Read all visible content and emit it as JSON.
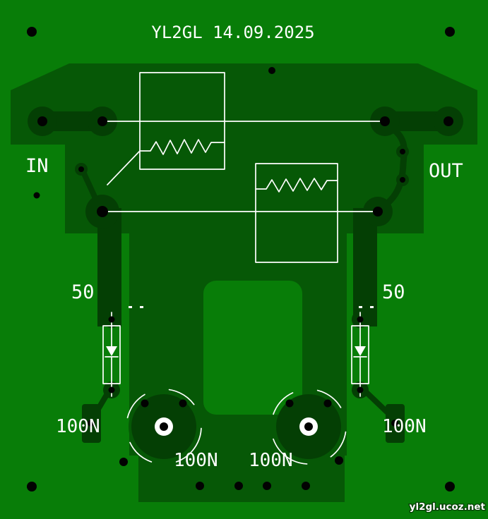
{
  "board": {
    "title": "YL2GL 14.09.2025",
    "labels": {
      "in": "IN",
      "out": "OUT",
      "resistor_left": "50",
      "resistor_right": "50",
      "cap_left": "100N",
      "cap_right": "100N",
      "cap_bottom_left": "100N",
      "cap_bottom_right": "100N"
    },
    "watermark": "yl2gl.ucoz.net",
    "colors": {
      "substrate": "#087d08",
      "copper": "#065806",
      "pad": "#043f04",
      "hole": "#020202",
      "silk": "#ffffff",
      "label": "#ffffff"
    }
  }
}
